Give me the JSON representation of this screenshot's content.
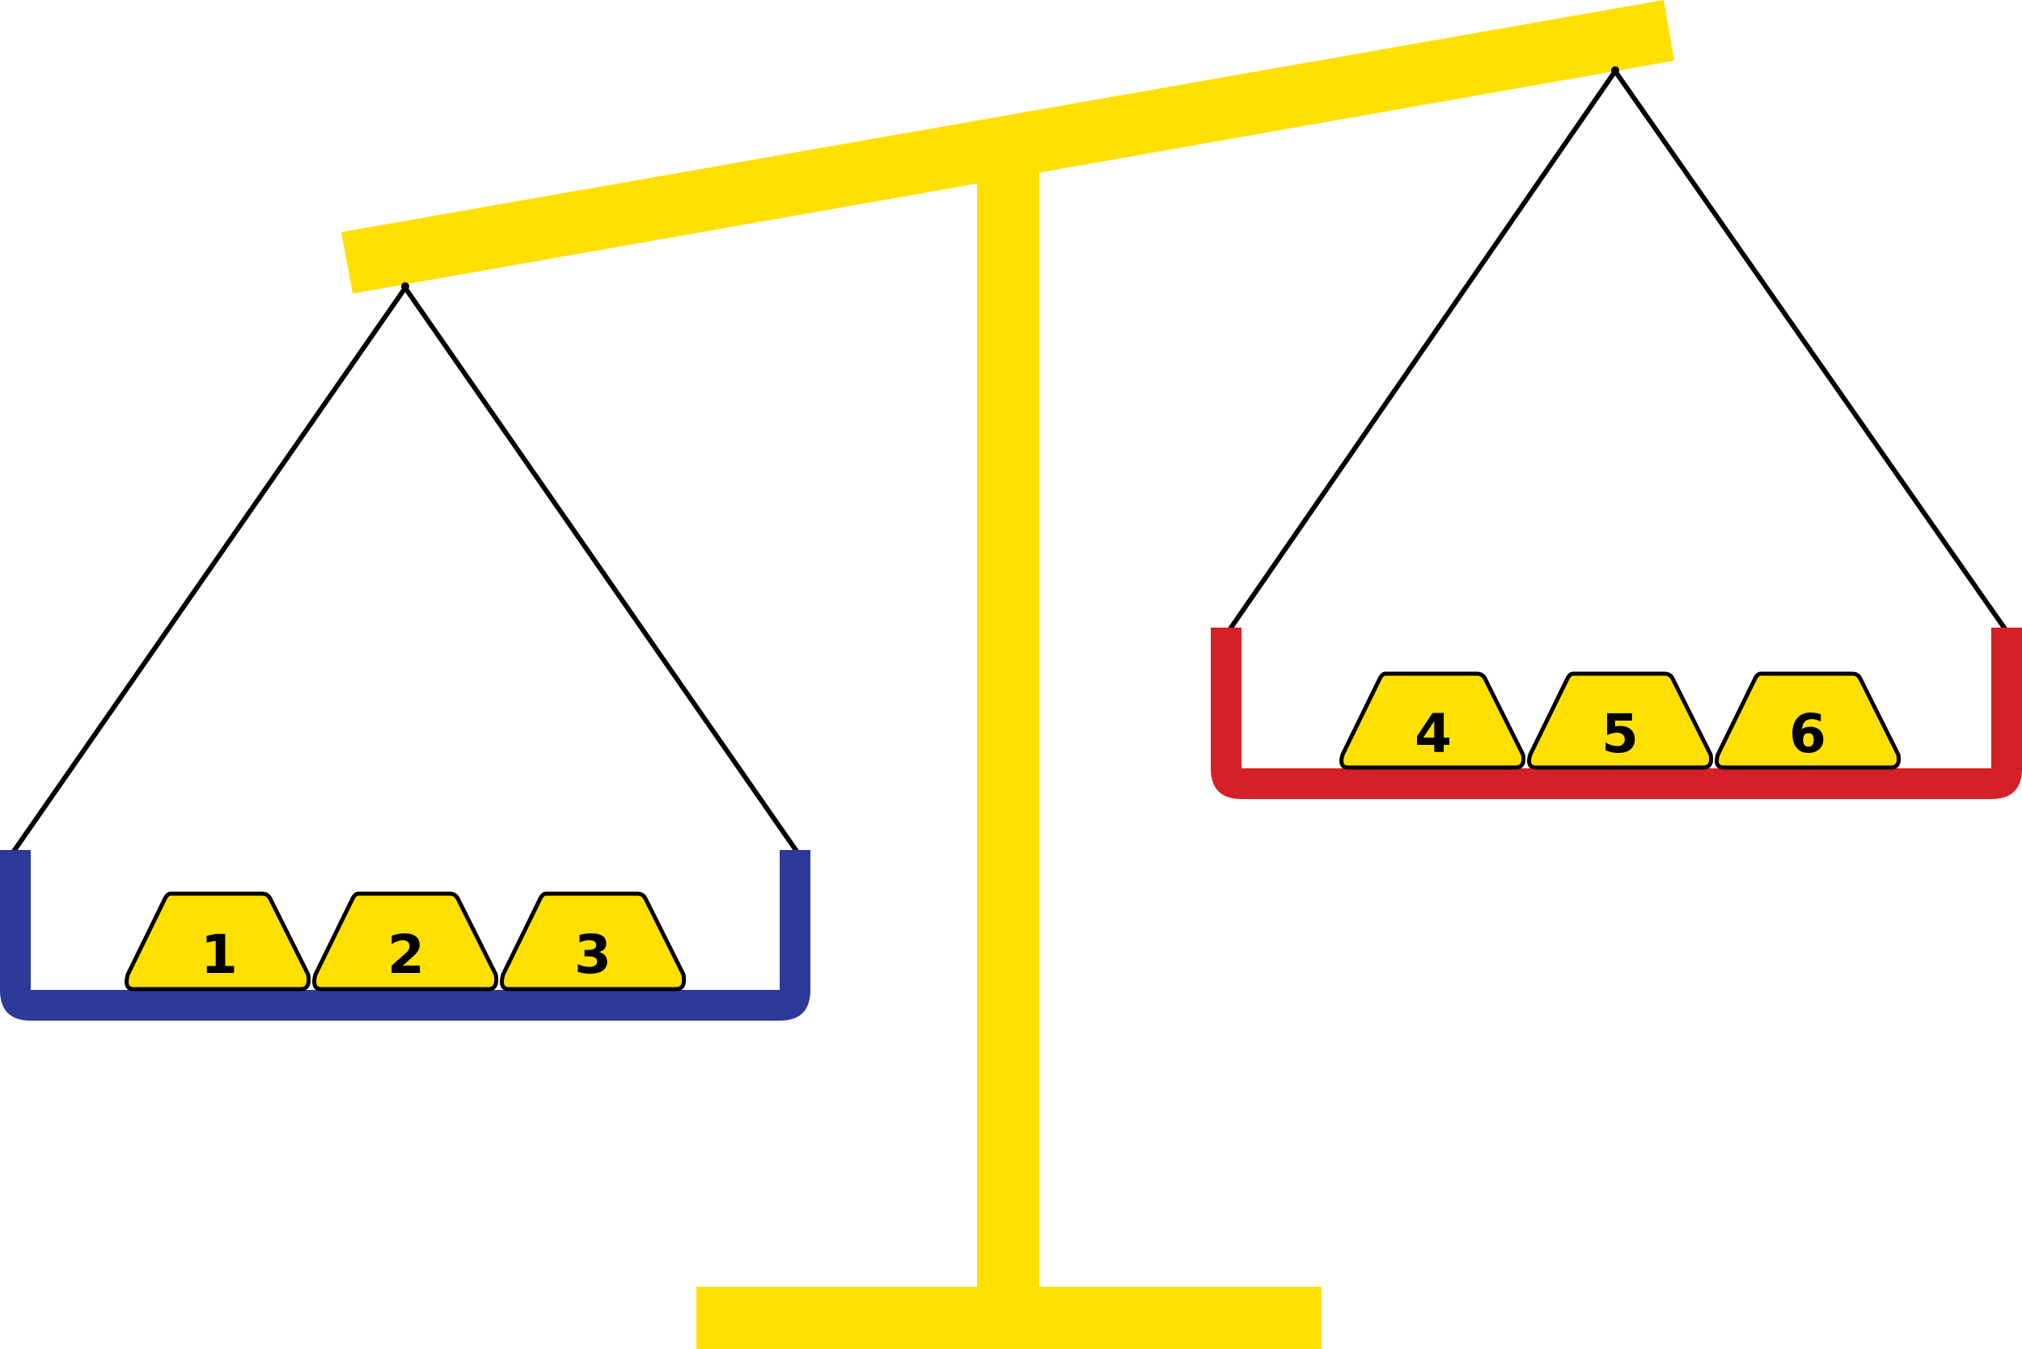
{
  "colors": {
    "beam": "#FFE000",
    "left_pan": "#2E3A9A",
    "right_pan": "#D42029",
    "weight_fill": "#FFE000",
    "outline": "#000000"
  },
  "left_pan": {
    "weights": [
      {
        "label": "1"
      },
      {
        "label": "2"
      },
      {
        "label": "3"
      }
    ]
  },
  "right_pan": {
    "weights": [
      {
        "label": "4"
      },
      {
        "label": "5"
      },
      {
        "label": "6"
      }
    ]
  }
}
